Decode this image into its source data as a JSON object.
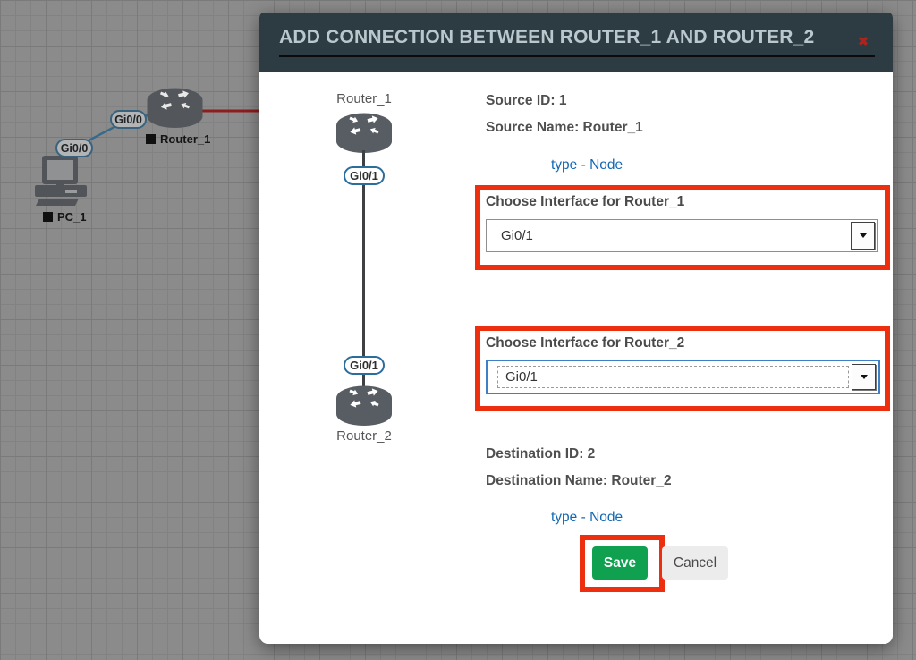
{
  "canvas": {
    "router_label": "Router_1",
    "pc_label": "PC_1",
    "link_labels": [
      "Gi0/0",
      "Gi0/0"
    ]
  },
  "modal": {
    "title": "ADD CONNECTION BETWEEN ROUTER_1 AND ROUTER_2",
    "close_glyph": "✖",
    "diagram": {
      "source_node": "Router_1",
      "source_interface": "Gi0/1",
      "dest_interface": "Gi0/1",
      "dest_node": "Router_2"
    },
    "info": {
      "source_id": "Source ID: 1",
      "source_name": "Source Name: Router_1",
      "source_type": "type - Node",
      "dest_id": "Destination ID: 2",
      "dest_name": "Destination Name: Router_2",
      "dest_type": "type - Node"
    },
    "form": {
      "iface1_label": "Choose Interface for Router_1",
      "iface1_value": "Gi0/1",
      "iface2_label": "Choose Interface for Router_2",
      "iface2_value": "Gi0/1"
    },
    "buttons": {
      "save": "Save",
      "cancel": "Cancel"
    }
  },
  "colors": {
    "annotation_red": "#ed2f10",
    "header_bg": "#2d3c43",
    "save_green": "#10a150",
    "link_blue": "#1268b3",
    "pill_border_blue": "#2b6d9b",
    "close_red": "#b0221c"
  }
}
